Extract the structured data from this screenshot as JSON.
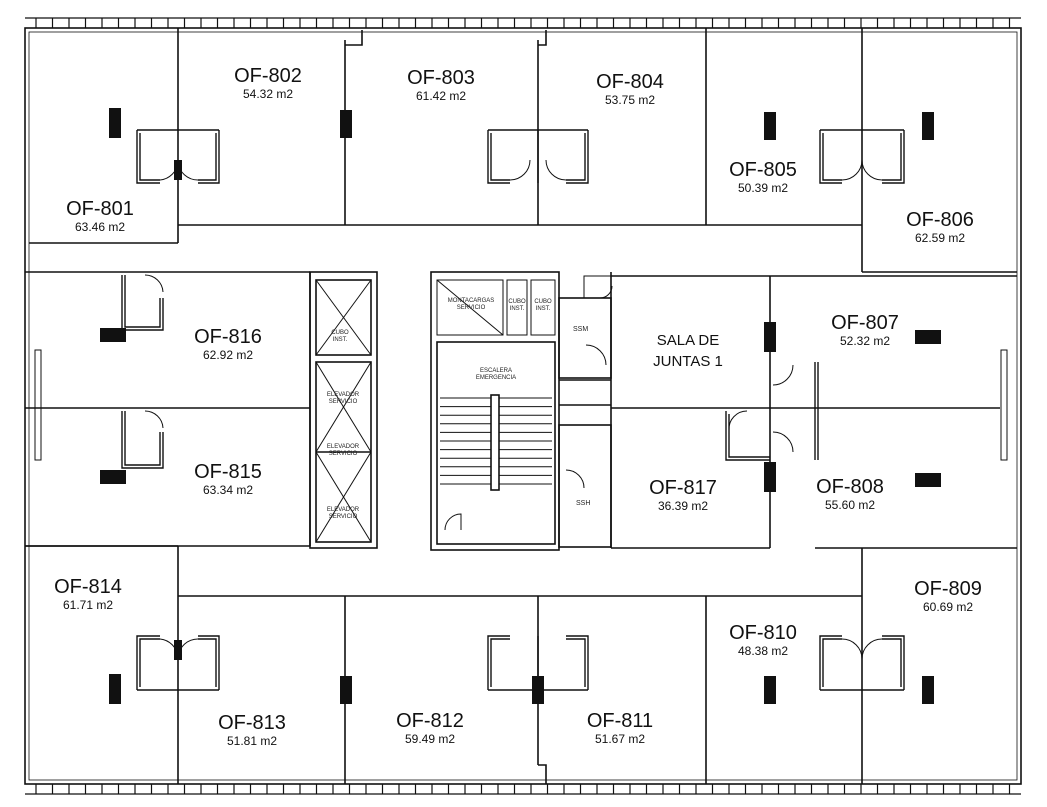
{
  "rooms": [
    {
      "id": "801",
      "code": "OF-801",
      "area": "63.46 m2"
    },
    {
      "id": "802",
      "code": "OF-802",
      "area": "54.32 m2"
    },
    {
      "id": "803",
      "code": "OF-803",
      "area": "61.42 m2"
    },
    {
      "id": "804",
      "code": "OF-804",
      "area": "53.75 m2"
    },
    {
      "id": "805",
      "code": "OF-805",
      "area": "50.39 m2"
    },
    {
      "id": "806",
      "code": "OF-806",
      "area": "62.59 m2"
    },
    {
      "id": "807",
      "code": "OF-807",
      "area": "52.32 m2"
    },
    {
      "id": "808",
      "code": "OF-808",
      "area": "55.60 m2"
    },
    {
      "id": "809",
      "code": "OF-809",
      "area": "60.69 m2"
    },
    {
      "id": "810",
      "code": "OF-810",
      "area": "48.38 m2"
    },
    {
      "id": "811",
      "code": "OF-811",
      "area": "51.67 m2"
    },
    {
      "id": "812",
      "code": "OF-812",
      "area": "59.49 m2"
    },
    {
      "id": "813",
      "code": "OF-813",
      "area": "51.81 m2"
    },
    {
      "id": "814",
      "code": "OF-814",
      "area": "61.71 m2"
    },
    {
      "id": "815",
      "code": "OF-815",
      "area": "63.34 m2"
    },
    {
      "id": "816",
      "code": "OF-816",
      "area": "62.92 m2"
    },
    {
      "id": "817",
      "code": "OF-817",
      "area": "36.39 m2"
    }
  ],
  "meeting_room": {
    "line1": "SALA DE",
    "line2": "JUNTAS 1"
  },
  "core_labels": {
    "stair": "ESCALERA\nEMERGENCIA",
    "shaft_1": "CUBO\nINST.",
    "shaft_2": "CUBO\nINST.",
    "shaft_3": "CUBO\nINST.",
    "tank": "MONTACARGAS\nSERVICIO",
    "elevator_1": "ELEVADOR\nSERVICIO",
    "elevator_2": "ELEVADOR\nSERVICIO",
    "elevator_3": "ELEVADOR\nSERVICIO",
    "restroom_1": "SSM",
    "restroom_2": "SSH"
  }
}
